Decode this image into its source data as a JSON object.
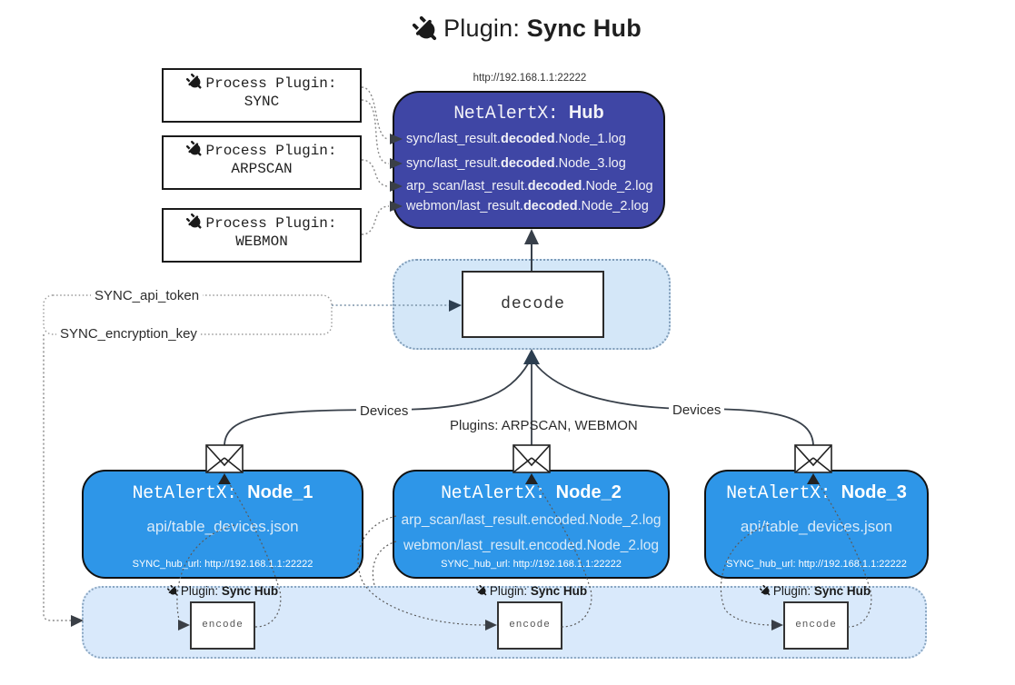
{
  "title": {
    "prefix": "Plugin: ",
    "bold": "Sync Hub"
  },
  "hub": {
    "url": "http://192.168.1.1:22222",
    "name_prefix": "NetAlertX: ",
    "name_bold": "Hub",
    "logs": [
      {
        "pre": "sync/last_result.",
        "bold": "decoded",
        "post": ".Node_1.log"
      },
      {
        "pre": "sync/last_result.",
        "bold": "decoded",
        "post": ".Node_3.log"
      },
      {
        "pre": "arp_scan/last_result.",
        "bold": "decoded",
        "post": ".Node_2.log"
      },
      {
        "pre": "webmon/last_result.",
        "bold": "decoded",
        "post": ".Node_2.log"
      }
    ]
  },
  "process_plugins": [
    {
      "label": "Process Plugin:",
      "name": "SYNC"
    },
    {
      "label": "Process Plugin:",
      "name": "ARPSCAN"
    },
    {
      "label": "Process Plugin:",
      "name": "WEBMON"
    }
  ],
  "config": {
    "api_token": "SYNC_api_token",
    "encryption_key": "SYNC_encryption_key"
  },
  "labels": {
    "decode": "decode",
    "encode": "encode"
  },
  "edges": {
    "devices_left": "Devices",
    "devices_right": "Devices",
    "plugins_mid": "Plugins: ARPSCAN, WEBMON"
  },
  "nodes": [
    {
      "name_prefix": "NetAlertX: ",
      "name_bold": "Node_1",
      "lines": [
        "api/table_devices.json"
      ],
      "hub_url": "SYNC_hub_url: http://192.168.1.1:22222"
    },
    {
      "name_prefix": "NetAlertX: ",
      "name_bold": "Node_2",
      "lines": [
        "arp_scan/last_result.encoded.Node_2.log",
        "webmon/last_result.encoded.Node_2.log"
      ],
      "hub_url": "SYNC_hub_url: http://192.168.1.1:22222"
    },
    {
      "name_prefix": "NetAlertX: ",
      "name_bold": "Node_3",
      "lines": [
        "api/table_devices.json"
      ],
      "hub_url": "SYNC_hub_url: http://192.168.1.1:22222"
    }
  ],
  "band_plugins": [
    {
      "prefix": "Plugin: ",
      "bold": "Sync Hub"
    },
    {
      "prefix": "Plugin: ",
      "bold": "Sync Hub"
    },
    {
      "prefix": "Plugin: ",
      "bold": "Sync Hub"
    }
  ],
  "colors": {
    "hub_fill": "#3f46a5",
    "node_fill": "#2e96e8",
    "band_fill": "#d9e9fb",
    "decode_band_fill": "#d4e7f8",
    "arrow_dark": "#38404a",
    "text_on_blue": "#ffffff"
  }
}
